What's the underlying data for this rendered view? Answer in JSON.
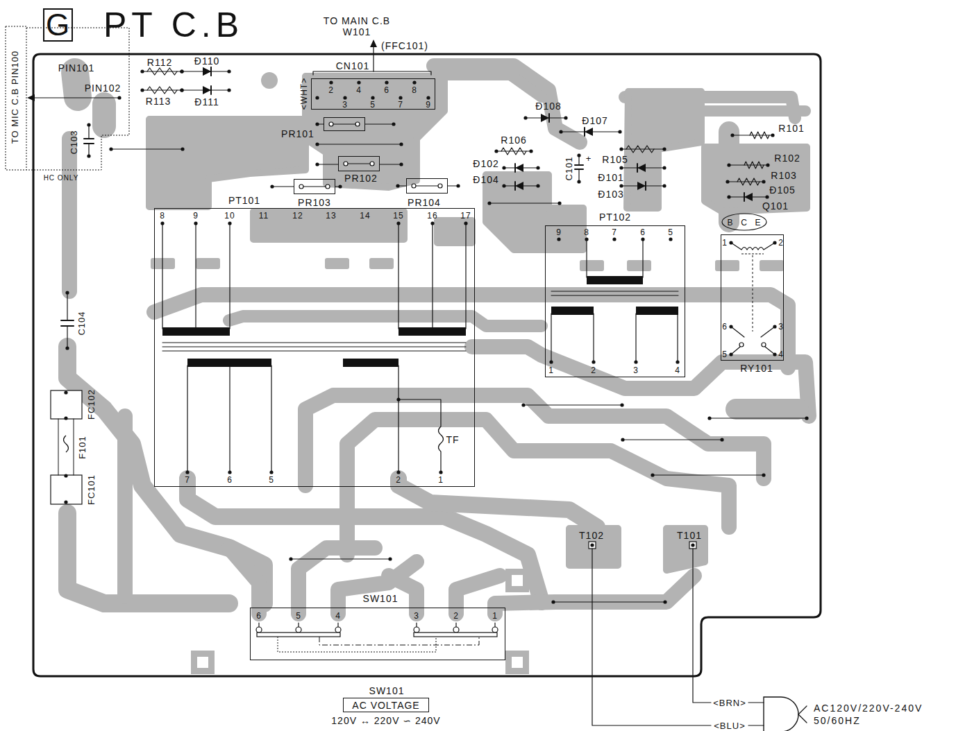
{
  "diagram": {
    "title": "PT C.B",
    "nodes": [
      {
        "text": [
          "G"
        ]
      },
      {
        "text": [
          "CN101"
        ]
      },
      {
        "text": [
          "PR101"
        ]
      },
      {
        "text": [
          "PR102"
        ]
      },
      {
        "text": [
          "PR103"
        ]
      },
      {
        "text": [
          "PR104"
        ]
      },
      {
        "text": [
          "PT101"
        ]
      },
      {
        "text": [
          "PT102"
        ]
      },
      {
        "text": [
          "RY101"
        ]
      },
      {
        "text": [
          "SW101"
        ]
      },
      {
        "text": [
          "SW101",
          "AC VOLTAGE"
        ]
      }
    ],
    "labels": [
      "TO MAIN C.B",
      "W101",
      "(FFC101)",
      "TO MIC C.B PIN100",
      "PIN101",
      "R112",
      "Đ110",
      "PIN102",
      "<WHT>",
      "2",
      "4",
      "6",
      "8",
      "R113",
      "Đ111",
      "3",
      "5",
      "7",
      "9",
      "Đ108",
      "Đ107",
      "R101",
      "C103",
      "R106",
      "R105",
      "R102",
      "Đ102",
      "C101",
      "+",
      "R103",
      "HC ONLY",
      "Đ101",
      "Đ104",
      "Đ105",
      "Đ103",
      "Q101",
      "8",
      "9",
      "10",
      "11",
      "12",
      "13",
      "14",
      "15",
      "16",
      "17",
      "B",
      "C",
      "E",
      "9",
      "8",
      "7",
      "6",
      "5",
      "1",
      "2",
      "C104",
      "6",
      "3",
      "5",
      "4",
      "1",
      "2",
      "3",
      "4",
      "FC102",
      "F101",
      "TF",
      "7",
      "6",
      "5",
      "2",
      "1",
      "FC101",
      "T102",
      "T101",
      "6",
      "5",
      "4",
      "3",
      "2",
      "1",
      "<BRN>",
      "AC120V/220V-240V",
      "120V ↔ 220V ∽ 240V",
      "<BLU>",
      "50/60HZ"
    ]
  }
}
